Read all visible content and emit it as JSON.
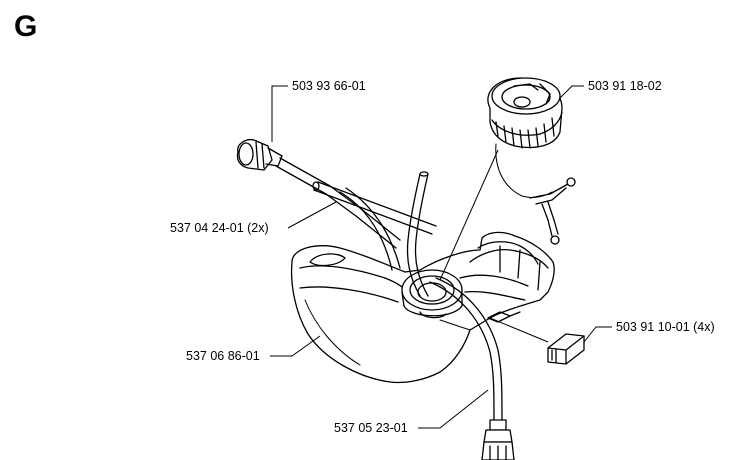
{
  "section": {
    "letter": "G"
  },
  "parts": [
    {
      "part_number": "503 93 66-01"
    },
    {
      "part_number": "503 91 18-02"
    },
    {
      "part_number": "537 04 24-01 (2x)"
    },
    {
      "part_number": "503 91 10-01 (4x)"
    },
    {
      "part_number": "537 06 86-01"
    },
    {
      "part_number": "537 05 23-01"
    }
  ],
  "colors": {
    "ink": "#000000",
    "paper": "#ffffff"
  }
}
